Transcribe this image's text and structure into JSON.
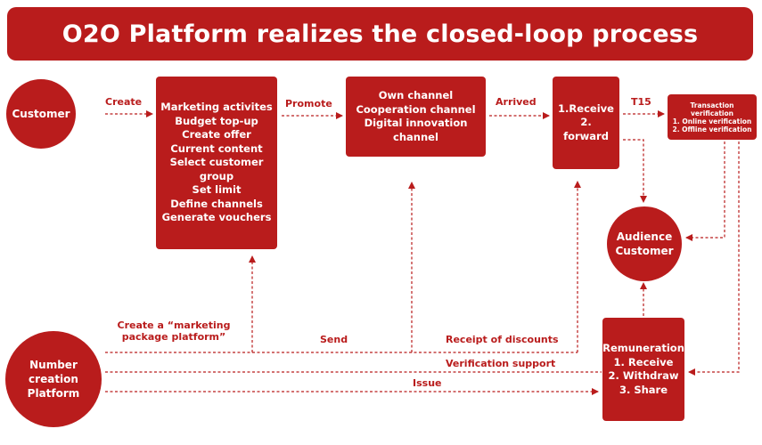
{
  "title": "O2O Platform realizes the closed-loop process",
  "nodes": {
    "customer": "Customer",
    "number_creation": [
      "Number creation",
      "Platform"
    ],
    "marketing": [
      "Marketing activites",
      "Budget top-up",
      "Create offer",
      "Current content",
      "Select customer",
      "group",
      "Set limit",
      "Define channels",
      "Generate vouchers"
    ],
    "channels": [
      "Own channel",
      "Cooperation channel",
      "Digital innovation",
      "channel"
    ],
    "receive": [
      "1.Receive",
      "2. forward"
    ],
    "transaction": [
      "Transaction verification",
      "1. Online verification",
      "2. Offline verification"
    ],
    "audience": [
      "Audience",
      "Customer"
    ],
    "remuneration": [
      "Remuneration",
      "1. Receive",
      "2. Withdraw",
      "3. Share"
    ]
  },
  "edges": {
    "create": "Create",
    "promote": "Promote",
    "arrived": "Arrived",
    "t15": "T15",
    "create_package": [
      "Create a “marketing",
      "package platform”"
    ],
    "send": "Send",
    "receipt": "Receipt of discounts",
    "verification": "Verification support",
    "issue": "Issue"
  }
}
